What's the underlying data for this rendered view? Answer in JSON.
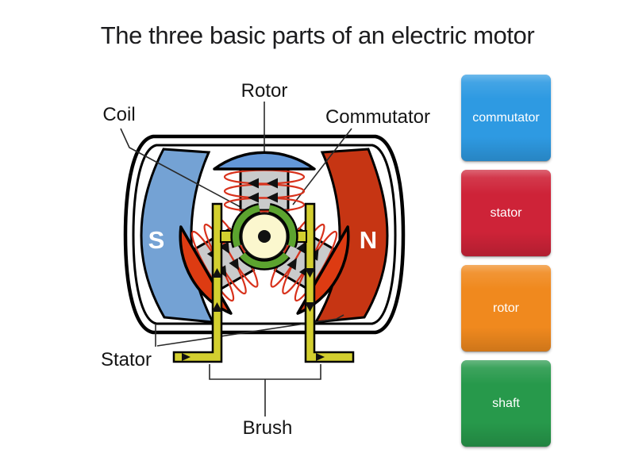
{
  "title": "The three basic parts of an electric motor",
  "answers": [
    {
      "label": "commutator",
      "color": "#2e9ae2"
    },
    {
      "label": "stator",
      "color": "#ce2338"
    },
    {
      "label": "rotor",
      "color": "#f0891e"
    },
    {
      "label": "shaft",
      "color": "#27994b"
    }
  ],
  "diagram": {
    "callouts": {
      "rotor": "Rotor",
      "coil": "Coil",
      "commutator": "Commutator",
      "stator": "Stator",
      "brush": "Brush"
    },
    "poles": {
      "south": "S",
      "north": "N"
    },
    "colors": {
      "south_magnet": "#74a2d4",
      "north_magnet": "#c63513",
      "rotor_cap": "#6397d8",
      "pole_shoe": "#dd3b12",
      "armature": "#c9cacb",
      "coil_wire": "#d8321c",
      "commutator_ring": "#5ca32f",
      "shaft_face": "#fbf7ce",
      "brush": "#d3cf2f"
    }
  }
}
